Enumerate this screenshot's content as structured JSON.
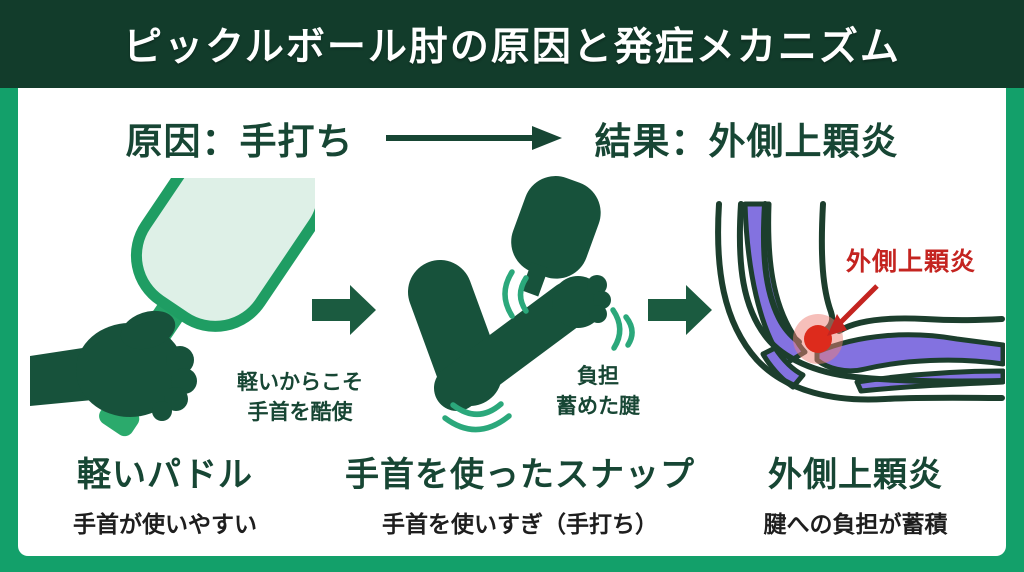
{
  "title": "ピックルボール肘の原因と発症メカニズム",
  "flow_header": {
    "cause": "原因：手打ち",
    "result": "結果：外側上顆炎"
  },
  "steps": [
    {
      "illustration": "light-paddle-in-hand",
      "note": "軽いからこそ\n手首を酷使",
      "title": "軽いパドル",
      "subtitle": "手首が使いやすい"
    },
    {
      "illustration": "wrist-snap-arm",
      "note": "負担\n蓄めた腱",
      "title": "手首を使ったスナップ",
      "subtitle": "手首を使いすぎ（手打ち）"
    },
    {
      "illustration": "elbow-anatomy",
      "annotation": "外側上顆炎",
      "title": "外側上顆炎",
      "subtitle": "腱への負担が蓄積"
    }
  ],
  "colors": {
    "frame_green": "#13A06A",
    "banner_dark_green": "#123C2B",
    "heading_green": "#174634",
    "illustration_dark_green": "#17523B",
    "block_arrow_green": "#1B5B40",
    "paddle_outline_green": "#1F9D63",
    "paddle_face_pale": "#DEF0E7",
    "accent_light_green": "#2BAA6C",
    "motion_arc_green": "#2BA87B",
    "tendon_purple": "#8372E0",
    "inflammation_red": "#DD2B1C",
    "annotation_red": "#C42420",
    "subtitle_black": "#1E1E1E",
    "panel_white": "#FFFFFF"
  }
}
